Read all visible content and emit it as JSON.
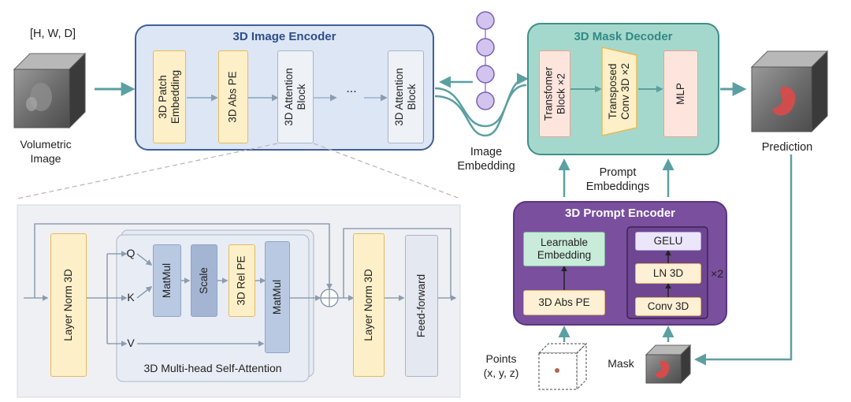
{
  "input": {
    "dims": "[H, W, D]",
    "label_line1": "Volumetric",
    "label_line2": "Image"
  },
  "image_encoder": {
    "title": "3D Image Encoder",
    "patch_embedding_line1": "3D Patch",
    "patch_embedding_line2": "Embedding",
    "abs_pe": "3D Abs PE",
    "attention_block_line1": "3D Attention",
    "attention_block_line2": "Block",
    "ellipsis": "..."
  },
  "image_embedding": {
    "line1": "Image",
    "line2": "Embedding"
  },
  "mask_decoder": {
    "title": "3D Mask Decoder",
    "transformer_line1": "Transfomer",
    "transformer_line2": "Block ×2",
    "transposed_line1": "Transposed",
    "transposed_line2": "Conv 3D ×2",
    "mlp": "MLP"
  },
  "prediction": {
    "label": "Prediction"
  },
  "prompt_embeddings": {
    "line1": "Prompt",
    "line2": "Embeddings"
  },
  "prompt_encoder": {
    "title": "3D Prompt Encoder",
    "learnable_line1": "Learnable",
    "learnable_line2": "Embedding",
    "abs_pe": "3D Abs PE",
    "gelu": "GELU",
    "ln3d": "LN 3D",
    "conv3d": "Conv 3D",
    "repeat": "×2"
  },
  "points": {
    "line1": "Points",
    "line2": "(x, y, z)"
  },
  "mask": {
    "label": "Mask"
  },
  "attention_detail": {
    "layer_norm_1": "Layer Norm 3D",
    "q": "Q",
    "k": "K",
    "v": "V",
    "matmul_1": "MatMul",
    "scale": "Scale",
    "rel_pe": "3D Rel PE",
    "matmul_2": "MatMul",
    "mhsa_label": "3D Multi-head Self-Attention",
    "layer_norm_2": "Layer Norm 3D",
    "feed_forward": "Feed-forward"
  },
  "colors": {
    "arrow": "#5c9fa2",
    "encoder_fill": "#dde6f4",
    "decoder_fill": "#a5d8cc",
    "prompt_fill": "#7a4f9e",
    "mask_red": "#d84b4b"
  }
}
